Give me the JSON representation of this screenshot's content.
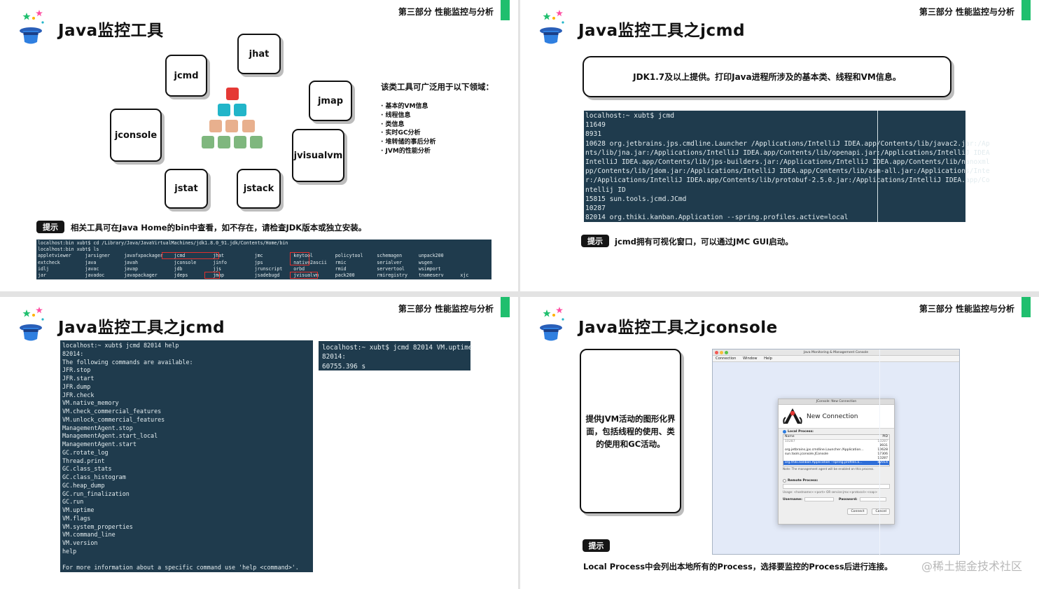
{
  "section_label": "第三部分 性能监控与分析",
  "colors": {
    "accent_green": "#1fbf6e",
    "terminal_bg": "#1f3b4d",
    "red": "#e53935",
    "teal": "#22b5c9",
    "peach": "#e8b08e",
    "green": "#7fb77e"
  },
  "slide1": {
    "title": "Java监控工具",
    "tools": [
      "jcmd",
      "jhat",
      "jmap",
      "jconsole",
      "jvisualvm",
      "jstat",
      "jstack"
    ],
    "intro": "该类工具可广泛用于以下领域：",
    "uses": [
      "· 基本的VM信息",
      "· 线程信息",
      "· 类信息",
      "· 实时GC分析",
      "· 堆转储的事后分析",
      "· JVM的性能分析"
    ],
    "tip_badge": "提示",
    "tip": "相关工具可在Java Home的bin中查看，如不存在，请检查JDK版本或独立安装。",
    "terminal_lines": [
      "localhost:bin xubt$ cd /Library/Java/JavaVirtualMachines/jdk1.8.0_91.jdk/Contents/Home/bin",
      "localhost:bin xubt$ ls",
      "appletviewer     jarsigner     javafxpackager    jcmd          jhat           jmc           keytool        policytool     schemagen      unpack200",
      "extcheck         java          javah             jconsole      jinfo          jps           native2ascii   rmic           serialver      wsgen",
      "idlj             javac         javap             jdb           jjs            jrunscript    orbd           rmid           servertool     wsimport",
      "jar              javadoc       javapackager      jdeps         jmap           jsadebugd     jvisualvm      pack200        rmiregistry    tnameserv      xjc"
    ]
  },
  "slide2": {
    "title": "Java监控工具之jcmd",
    "banner": "JDK1.7及以上提供。打印Java进程所涉及的基本类、线程和VM信息。",
    "terminal_lines": [
      "localhost:~ xubt$ jcmd",
      "11649",
      "8931",
      "10628 org.jetbrains.jps.cmdline.Launcher /Applications/IntelliJ IDEA.app/Contents/lib/javac2.jar:/Ap",
      "nts/lib/jna.jar:/Applications/IntelliJ IDEA.app/Contents/lib/openapi.jar:/Applications/IntelliJ IDEA",
      "IntelliJ IDEA.app/Contents/lib/jps-builders.jar:/Applications/IntelliJ IDEA.app/Contents/lib/nanoxml",
      "pp/Contents/lib/jdom.jar:/Applications/IntelliJ IDEA.app/Contents/lib/asm-all.jar:/Applications/Inte",
      "r:/Applications/IntelliJ IDEA.app/Contents/lib/protobuf-2.5.0.jar:/Applications/IntelliJ IDEA.app/Co",
      "ntellij ID",
      "15815 sun.tools.jcmd.JCmd",
      "10287",
      "82014 org.thiki.kanban.Application --spring.profiles.active=local"
    ],
    "tip_badge": "提示",
    "tip": "jcmd拥有可视化窗口，可以通过JMC GUI启动。"
  },
  "slide3": {
    "title": "Java监控工具之jcmd",
    "help_lines": [
      "localhost:~ xubt$ jcmd 82014 help",
      "82014:",
      "The following commands are available:",
      "JFR.stop",
      "JFR.start",
      "JFR.dump",
      "JFR.check",
      "VM.native_memory",
      "VM.check_commercial_features",
      "VM.unlock_commercial_features",
      "ManagementAgent.stop",
      "ManagementAgent.start_local",
      "ManagementAgent.start",
      "GC.rotate_log",
      "Thread.print",
      "GC.class_stats",
      "GC.class_histogram",
      "GC.heap_dump",
      "GC.run_finalization",
      "GC.run",
      "VM.uptime",
      "VM.flags",
      "VM.system_properties",
      "VM.command_line",
      "VM.version",
      "help",
      "",
      "For more information about a specific command use 'help <command>'."
    ],
    "uptime_lines": [
      "localhost:~ xubt$ jcmd 82014 VM.uptime",
      "82014:",
      "60755.396 s"
    ]
  },
  "slide4": {
    "title": "Java监控工具之jconsole",
    "box_text": "提供JVM活动的图形化界面，包括线程的使用、类的使用和GC活动。",
    "window": {
      "title": "Java Monitoring & Management Console",
      "menu": [
        "Connection",
        "Window",
        "Help"
      ],
      "dialog_title": "JConsole: New Connection",
      "heading": "New Connection",
      "local_label": "Local Process:",
      "col_name": "Name",
      "col_pid": "PID",
      "rows": [
        {
          "name": "10287",
          "pid": "10287"
        },
        {
          "name": "",
          "pid": "8931"
        },
        {
          "name": "org.jetbrains.jps.cmdline.Launcher /Application...",
          "pid": "10628"
        },
        {
          "name": "sun.tools.jconsole.JConsole",
          "pid": "17306"
        },
        {
          "name": "",
          "pid": "10287"
        },
        {
          "name": "org.thiki.kanban.Application --spring.profiles.a...",
          "pid": "82014"
        }
      ],
      "note": "Note: The management agent will be enabled on this process.",
      "remote_label": "Remote Process:",
      "usage": "Usage: <hostname>:<port> OR service:jmx:<protocol>:<sap>",
      "username": "Username:",
      "password": "Password:",
      "connect": "Connect",
      "cancel": "Cancel"
    },
    "tip_badge": "提示",
    "tip": "Local Process中会列出本地所有的Process，选择要监控的Process后进行连接。"
  },
  "watermark": "@稀土掘金技术社区"
}
